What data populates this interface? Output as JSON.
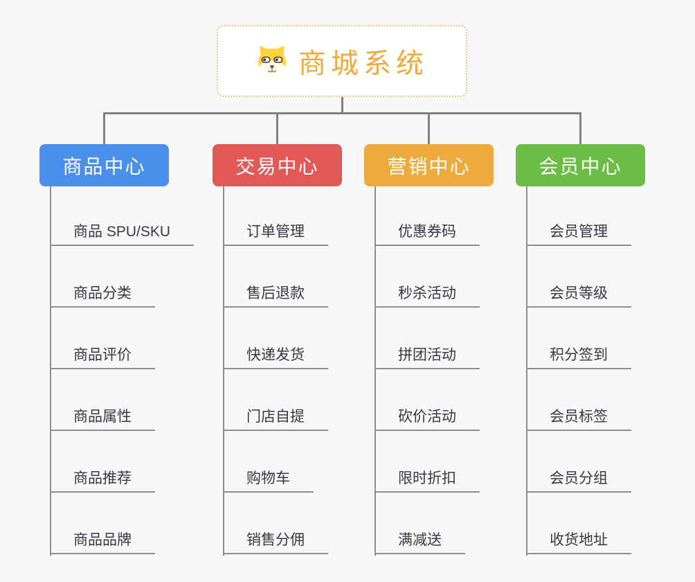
{
  "root": {
    "title": "商城系统",
    "icon": "dog-face-icon",
    "accent_color": "#f2a93c",
    "border_color": "#f6c66f"
  },
  "branches": [
    {
      "label": "商品中心",
      "color": "#4a8fe9",
      "items": [
        "商品 SPU/SKU",
        "商品分类",
        "商品评价",
        "商品属性",
        "商品推荐",
        "商品品牌"
      ]
    },
    {
      "label": "交易中心",
      "color": "#e25958",
      "items": [
        "订单管理",
        "售后退款",
        "快递发货",
        "门店自提",
        "购物车",
        "销售分佣"
      ]
    },
    {
      "label": "营销中心",
      "color": "#ecab3c",
      "items": [
        "优惠券码",
        "秒杀活动",
        "拼团活动",
        "砍价活动",
        "限时折扣",
        "满减送"
      ]
    },
    {
      "label": "会员中心",
      "color": "#6cbd45",
      "items": [
        "会员管理",
        "会员等级",
        "积分签到",
        "会员标签",
        "会员分组",
        "收货地址"
      ]
    }
  ],
  "connector_color": "#808080",
  "leaf_line_color": "#8e8e8e",
  "background_color": "#f7f7f7"
}
